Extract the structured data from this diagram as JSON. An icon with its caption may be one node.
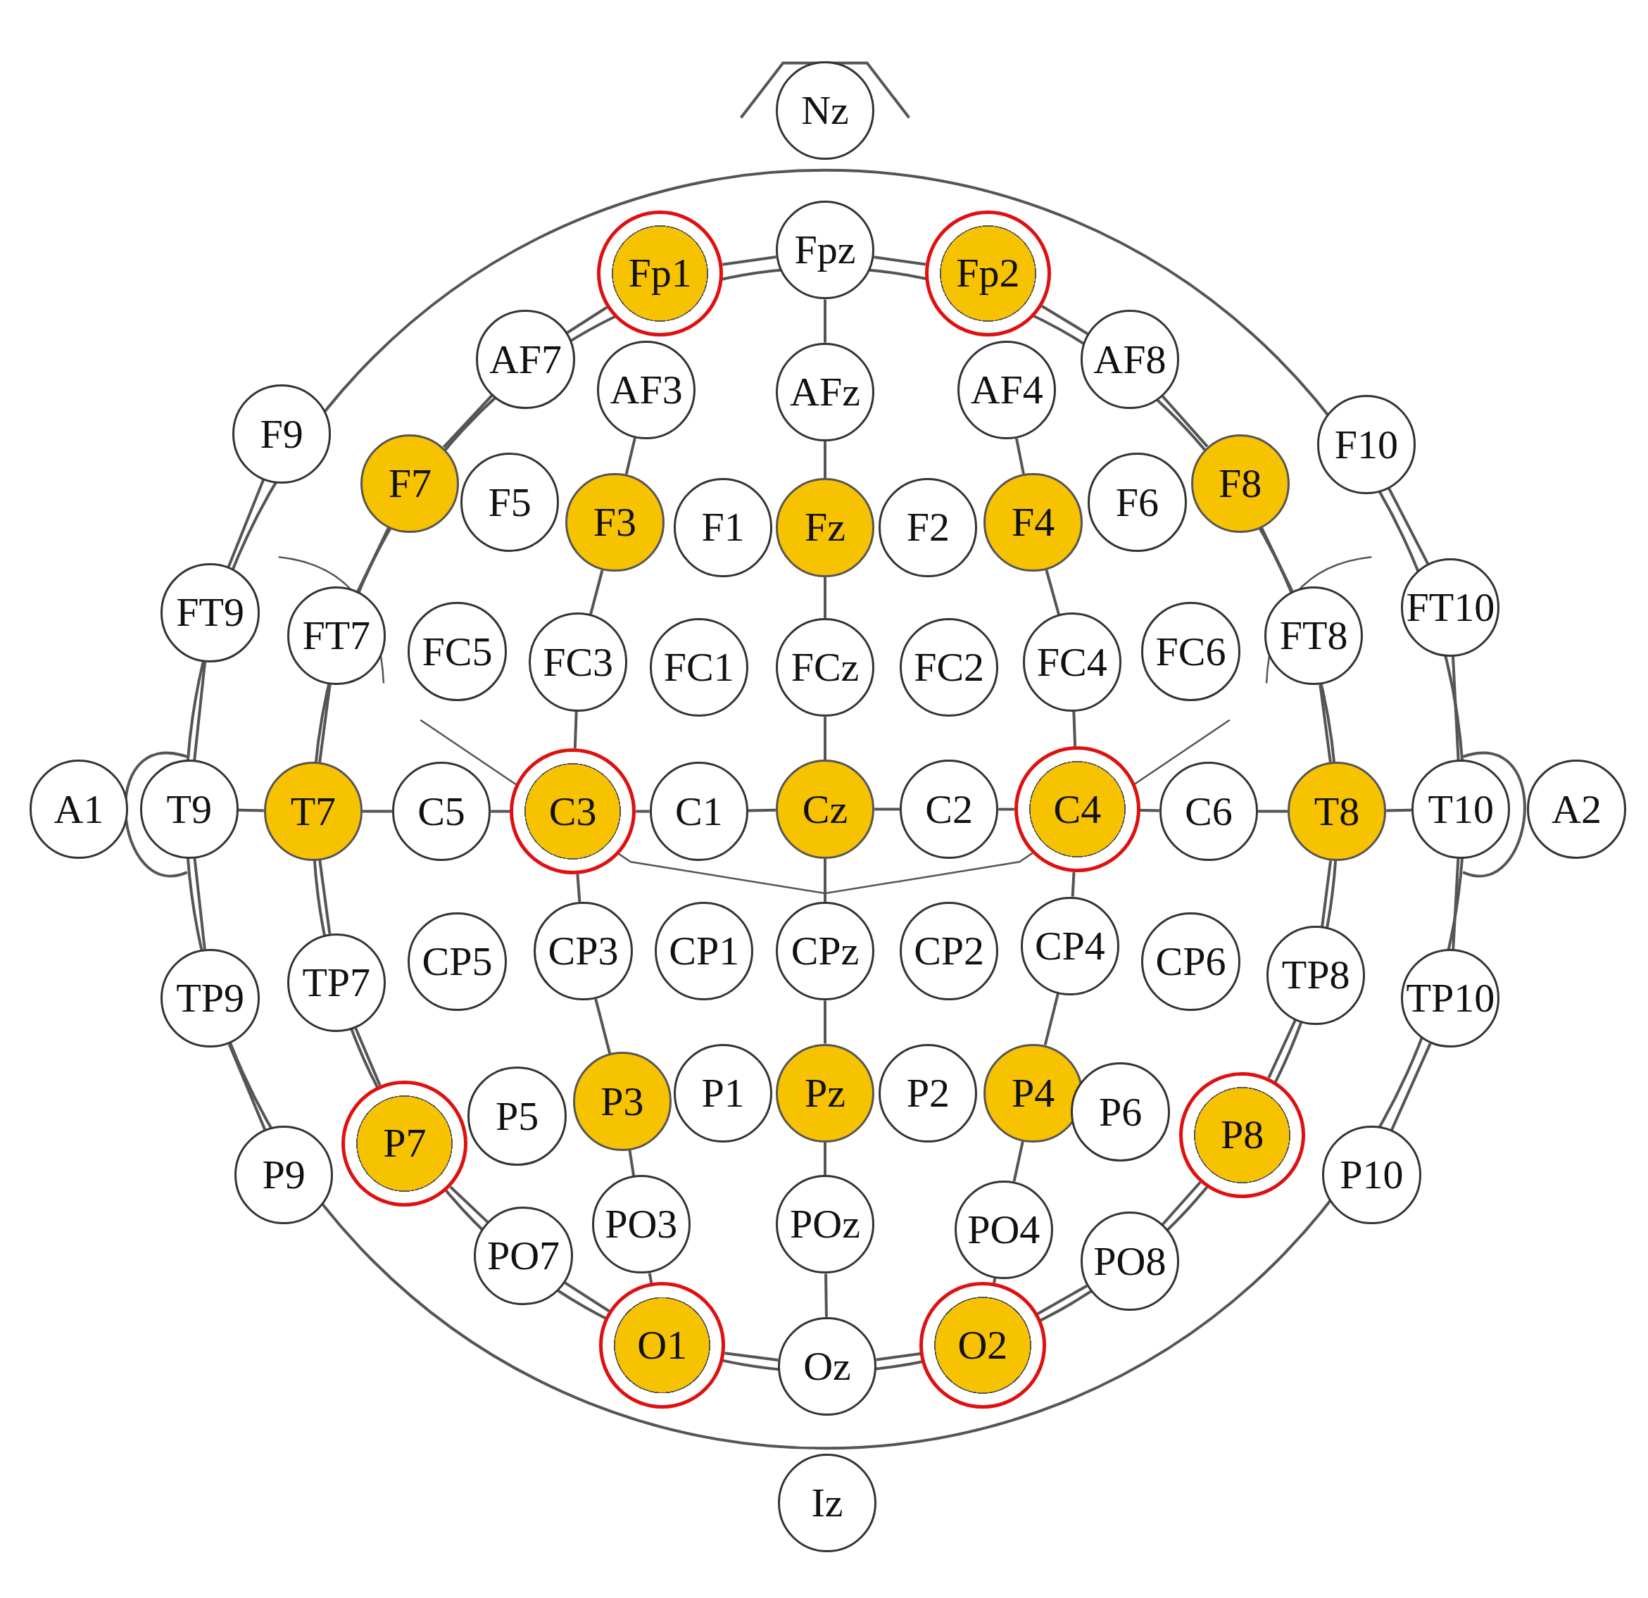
{
  "diagram": {
    "nodes": [
      {
        "text": [
          "Nz"
        ]
      },
      {
        "text": [
          "Fp1"
        ]
      },
      {
        "text": [
          "Fpz"
        ]
      },
      {
        "text": [
          "Fp2"
        ]
      },
      {
        "text": [
          "AF7"
        ]
      },
      {
        "text": [
          "AF3"
        ]
      },
      {
        "text": [
          "AFz"
        ]
      },
      {
        "text": [
          "AF4"
        ]
      },
      {
        "text": [
          "AF8"
        ]
      },
      {
        "text": [
          "F9"
        ]
      },
      {
        "text": [
          "F10"
        ]
      },
      {
        "text": [
          "F7"
        ]
      },
      {
        "text": [
          "F5"
        ]
      },
      {
        "text": [
          "F3"
        ]
      },
      {
        "text": [
          "F1"
        ]
      },
      {
        "text": [
          "Fz"
        ]
      },
      {
        "text": [
          "F2"
        ]
      },
      {
        "text": [
          "F4"
        ]
      },
      {
        "text": [
          "F6"
        ]
      },
      {
        "text": [
          "F8"
        ]
      },
      {
        "text": [
          "FT9"
        ]
      },
      {
        "text": [
          "FT7"
        ]
      },
      {
        "text": [
          "FC5"
        ]
      },
      {
        "text": [
          "FC3"
        ]
      },
      {
        "text": [
          "FC1"
        ]
      },
      {
        "text": [
          "FCz"
        ]
      },
      {
        "text": [
          "FC2"
        ]
      },
      {
        "text": [
          "FC4"
        ]
      },
      {
        "text": [
          "FC6"
        ]
      },
      {
        "text": [
          "FT8"
        ]
      },
      {
        "text": [
          "FT10"
        ]
      },
      {
        "text": [
          "A1"
        ]
      },
      {
        "text": [
          "T9"
        ]
      },
      {
        "text": [
          "T7"
        ]
      },
      {
        "text": [
          "C5"
        ]
      },
      {
        "text": [
          "C3"
        ]
      },
      {
        "text": [
          "C1"
        ]
      },
      {
        "text": [
          "Cz"
        ]
      },
      {
        "text": [
          "C2"
        ]
      },
      {
        "text": [
          "C4"
        ]
      },
      {
        "text": [
          "C6"
        ]
      },
      {
        "text": [
          "T8"
        ]
      },
      {
        "text": [
          "T10"
        ]
      },
      {
        "text": [
          "A2"
        ]
      },
      {
        "text": [
          "TP9"
        ]
      },
      {
        "text": [
          "TP7"
        ]
      },
      {
        "text": [
          "CP5"
        ]
      },
      {
        "text": [
          "CP3"
        ]
      },
      {
        "text": [
          "CP1"
        ]
      },
      {
        "text": [
          "CPz"
        ]
      },
      {
        "text": [
          "CP2"
        ]
      },
      {
        "text": [
          "CP4"
        ]
      },
      {
        "text": [
          "CP6"
        ]
      },
      {
        "text": [
          "TP8"
        ]
      },
      {
        "text": [
          "TP10"
        ]
      },
      {
        "text": [
          "P9"
        ]
      },
      {
        "text": [
          "P7"
        ]
      },
      {
        "text": [
          "P5"
        ]
      },
      {
        "text": [
          "P3"
        ]
      },
      {
        "text": [
          "P1"
        ]
      },
      {
        "text": [
          "Pz"
        ]
      },
      {
        "text": [
          "P2"
        ]
      },
      {
        "text": [
          "P4"
        ]
      },
      {
        "text": [
          "P6"
        ]
      },
      {
        "text": [
          "P8"
        ]
      },
      {
        "text": [
          "P10"
        ]
      },
      {
        "text": [
          "PO7"
        ]
      },
      {
        "text": [
          "PO3"
        ]
      },
      {
        "text": [
          "POz"
        ]
      },
      {
        "text": [
          "PO4"
        ]
      },
      {
        "text": [
          "PO8"
        ]
      },
      {
        "text": [
          "O1"
        ]
      },
      {
        "text": [
          "Oz"
        ]
      },
      {
        "text": [
          "O2"
        ]
      },
      {
        "text": [
          "Iz"
        ]
      }
    ],
    "edges": [
      {
        "from": 1,
        "to": 2,
        "arrow": "none"
      },
      {
        "from": 2,
        "to": 3,
        "arrow": "none"
      },
      {
        "from": 2,
        "to": 6,
        "arrow": "none"
      },
      {
        "from": 6,
        "to": 15,
        "arrow": "none"
      },
      {
        "from": 15,
        "to": 25,
        "arrow": "none"
      },
      {
        "from": 25,
        "to": 37,
        "arrow": "none"
      },
      {
        "from": 37,
        "to": 49,
        "arrow": "none"
      },
      {
        "from": 49,
        "to": 60,
        "arrow": "none"
      },
      {
        "from": 60,
        "to": 68,
        "arrow": "none"
      },
      {
        "from": 68,
        "to": 72,
        "arrow": "none"
      },
      {
        "from": 71,
        "to": 72,
        "arrow": "none"
      },
      {
        "from": 72,
        "to": 73,
        "arrow": "none"
      },
      {
        "from": 1,
        "to": 4,
        "arrow": "none"
      },
      {
        "from": 4,
        "to": 11,
        "arrow": "none"
      },
      {
        "from": 11,
        "to": 21,
        "arrow": "none"
      },
      {
        "from": 21,
        "to": 33,
        "arrow": "none"
      },
      {
        "from": 33,
        "to": 45,
        "arrow": "none"
      },
      {
        "from": 45,
        "to": 56,
        "arrow": "none"
      },
      {
        "from": 56,
        "to": 66,
        "arrow": "none"
      },
      {
        "from": 66,
        "to": 71,
        "arrow": "none"
      },
      {
        "from": 3,
        "to": 8,
        "arrow": "none"
      },
      {
        "from": 8,
        "to": 19,
        "arrow": "none"
      },
      {
        "from": 19,
        "to": 29,
        "arrow": "none"
      },
      {
        "from": 29,
        "to": 41,
        "arrow": "none"
      },
      {
        "from": 41,
        "to": 53,
        "arrow": "none"
      },
      {
        "from": 53,
        "to": 64,
        "arrow": "none"
      },
      {
        "from": 64,
        "to": 70,
        "arrow": "none"
      },
      {
        "from": 70,
        "to": 73,
        "arrow": "none"
      },
      {
        "from": 32,
        "to": 33,
        "arrow": "none"
      },
      {
        "from": 33,
        "to": 34,
        "arrow": "none"
      },
      {
        "from": 34,
        "to": 35,
        "arrow": "none"
      },
      {
        "from": 35,
        "to": 36,
        "arrow": "none"
      },
      {
        "from": 36,
        "to": 37,
        "arrow": "none"
      },
      {
        "from": 37,
        "to": 38,
        "arrow": "none"
      },
      {
        "from": 38,
        "to": 39,
        "arrow": "none"
      },
      {
        "from": 39,
        "to": 40,
        "arrow": "none"
      },
      {
        "from": 40,
        "to": 41,
        "arrow": "none"
      },
      {
        "from": 41,
        "to": 42,
        "arrow": "none"
      },
      {
        "from": 5,
        "to": 13,
        "arrow": "none"
      },
      {
        "from": 13,
        "to": 23,
        "arrow": "none"
      },
      {
        "from": 23,
        "to": 35,
        "arrow": "none"
      },
      {
        "from": 35,
        "to": 47,
        "arrow": "none"
      },
      {
        "from": 47,
        "to": 58,
        "arrow": "none"
      },
      {
        "from": 58,
        "to": 67,
        "arrow": "none"
      },
      {
        "from": 67,
        "to": 71,
        "arrow": "none"
      },
      {
        "from": 7,
        "to": 17,
        "arrow": "none"
      },
      {
        "from": 17,
        "to": 27,
        "arrow": "none"
      },
      {
        "from": 27,
        "to": 39,
        "arrow": "none"
      },
      {
        "from": 39,
        "to": 51,
        "arrow": "none"
      },
      {
        "from": 51,
        "to": 62,
        "arrow": "none"
      },
      {
        "from": 62,
        "to": 69,
        "arrow": "none"
      },
      {
        "from": 69,
        "to": 73,
        "arrow": "none"
      },
      {
        "from": 9,
        "to": 20,
        "arrow": "none"
      },
      {
        "from": 20,
        "to": 32,
        "arrow": "none"
      },
      {
        "from": 32,
        "to": 44,
        "arrow": "none"
      },
      {
        "from": 44,
        "to": 55,
        "arrow": "none"
      },
      {
        "from": 10,
        "to": 30,
        "arrow": "none"
      },
      {
        "from": 30,
        "to": 42,
        "arrow": "none"
      },
      {
        "from": 42,
        "to": 54,
        "arrow": "none"
      },
      {
        "from": 54,
        "to": 65,
        "arrow": "none"
      }
    ]
  }
}
